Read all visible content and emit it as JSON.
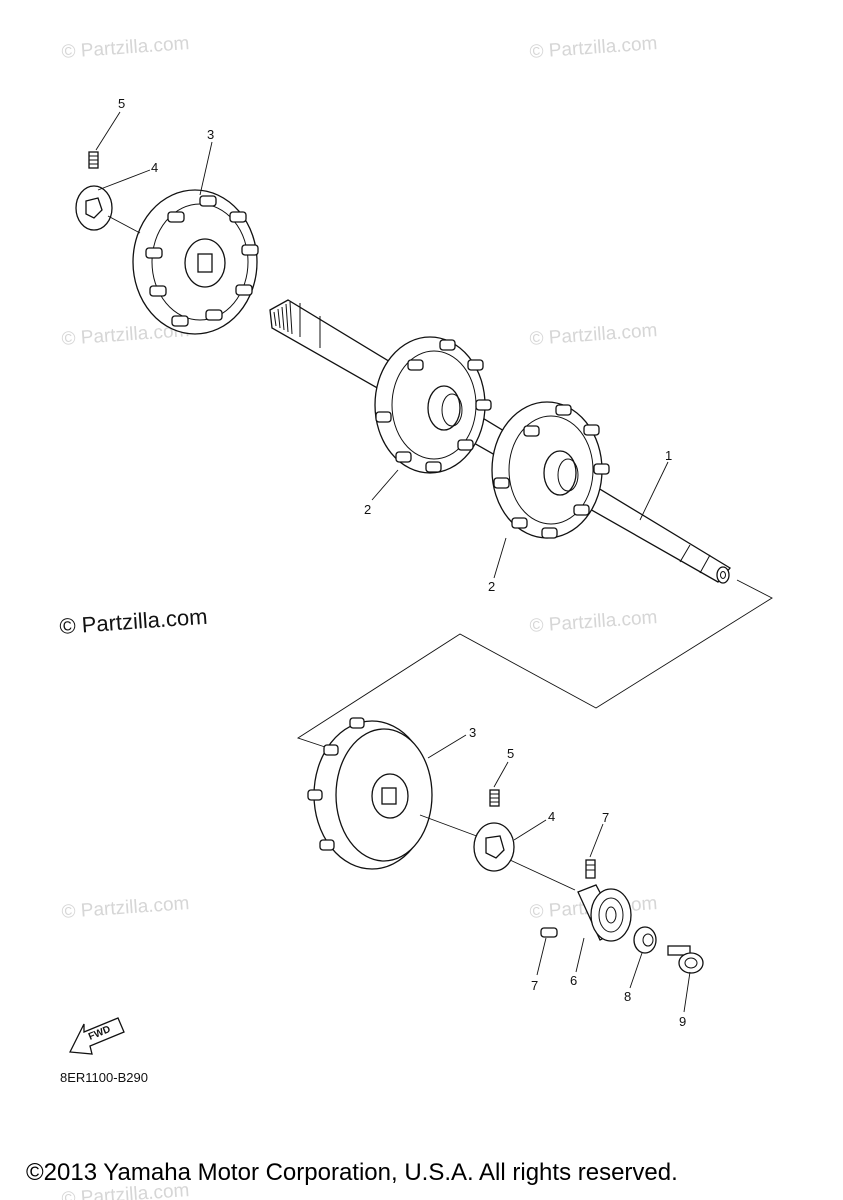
{
  "watermarks": [
    "© Partzilla.com",
    "© Partzilla.com",
    "© Partzilla.com",
    "© Partzilla.com",
    "© Partzilla.com",
    "© Partzilla.com",
    "© Partzilla.com",
    "© Partzilla.com"
  ],
  "watermark_main": "© Partzilla.com",
  "callouts": {
    "top": {
      "c5": "5",
      "c4": "4",
      "c3": "3",
      "c1": "1",
      "c2a": "2",
      "c2b": "2"
    },
    "bottom": {
      "c3": "3",
      "c5": "5",
      "c4": "4",
      "c7a": "7",
      "c7b": "7",
      "c6": "6",
      "c8": "8",
      "c9": "9"
    }
  },
  "fwd_label": "FWD",
  "diagram_code": "8ER1100-B290",
  "copyright": "©2013 Yamaha Motor Corporation, U.S.A. All rights reserved."
}
